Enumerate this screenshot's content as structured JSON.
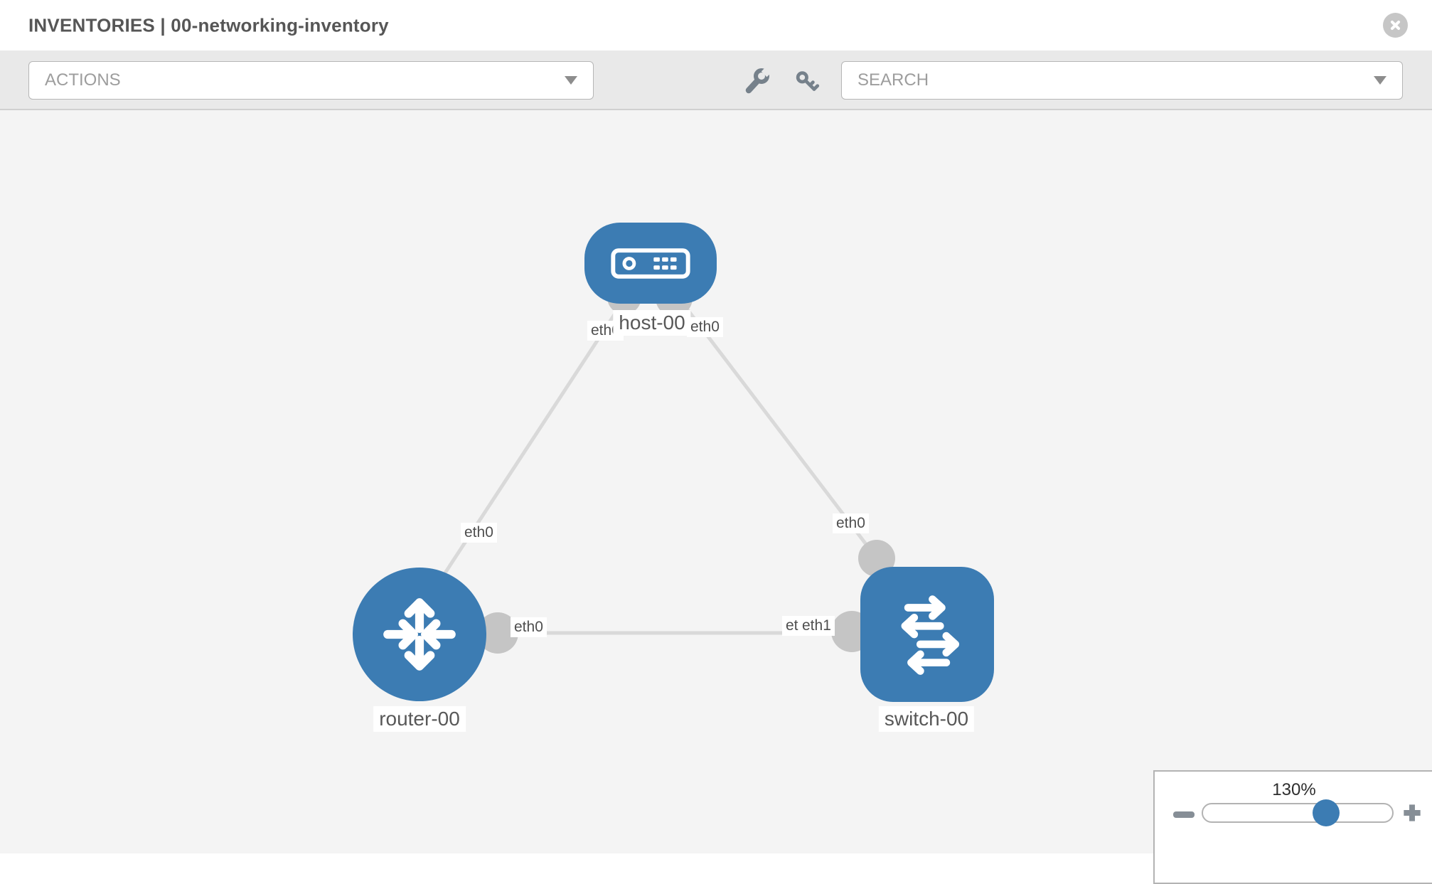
{
  "header": {
    "title": "INVENTORIES | 00-networking-inventory",
    "close_icon": "x-circle-icon"
  },
  "toolbar": {
    "actions": {
      "label": "ACTIONS",
      "caret_icon": "chevron-down-icon"
    },
    "search": {
      "label": "SEARCH",
      "caret_icon": "chevron-down-icon"
    },
    "tool_icons": [
      "wrench-icon",
      "key-icon"
    ]
  },
  "topology": {
    "nodes": [
      {
        "label": "host-00",
        "type": "host",
        "shape": "rounded-rect",
        "color": "#3c7cb3"
      },
      {
        "label": "router-00",
        "type": "router",
        "shape": "circle",
        "color": "#3c7cb3"
      },
      {
        "label": "switch-00",
        "type": "switch",
        "shape": "rounded-square",
        "color": "#3c7cb3"
      }
    ],
    "links": [
      {
        "source": "host-00",
        "target": "router-00",
        "source_interface": "eth0",
        "target_interface": "eth0"
      },
      {
        "source": "host-00",
        "target": "switch-00",
        "source_interface": "eth0",
        "target_interface": "eth0"
      },
      {
        "source": "router-00",
        "target": "switch-00",
        "source_interface": "eth0",
        "target_interface": "eth1",
        "underlay_label": "eth0"
      }
    ]
  },
  "zoom_control": {
    "level": "130%",
    "minus_icon": "minus-icon",
    "plus_icon": "plus-icon"
  },
  "colors": {
    "node_blue": "#3c7cb3",
    "link_gray": "#d9d9d9",
    "interface_gray": "#c5c5c5",
    "toolbar_bg": "#e9e9e9",
    "canvas_bg": "#f4f4f4"
  }
}
